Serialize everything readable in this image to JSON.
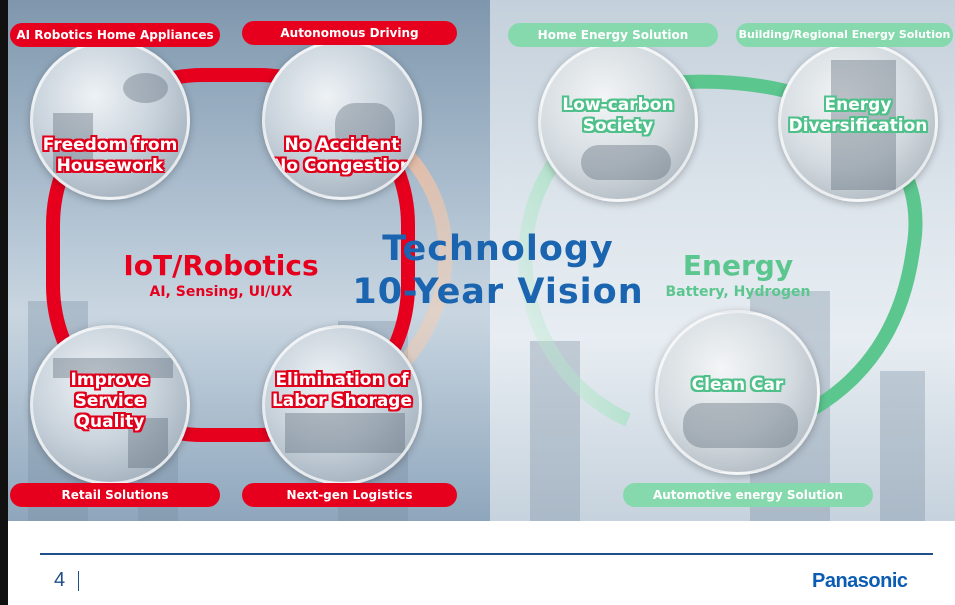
{
  "slide": {
    "page_number": "4",
    "brand": "Panasonic"
  },
  "vision": {
    "line1": "Technology",
    "line2": "10-Year Vision"
  },
  "iot": {
    "title": "IoT/Robotics",
    "subtitle": "AI, Sensing, UI/UX",
    "pills": {
      "top_left": "AI Robotics Home Appliances",
      "top_right": "Autonomous Driving",
      "bottom_left": "Retail Solutions",
      "bottom_right": "Next-gen Logistics"
    },
    "circles": {
      "top_left": [
        "Freedom from",
        "Housework"
      ],
      "top_right": [
        "No Accident",
        "No Congestion"
      ],
      "bottom_left": [
        "Improve Service",
        "Quality"
      ],
      "bottom_right": [
        "Elimination of",
        "Labor Shorage"
      ]
    }
  },
  "energy": {
    "title": "Energy",
    "subtitle": "Battery, Hydrogen",
    "pills": {
      "top_left": "Home Energy Solution",
      "top_right": "Building/Regional Energy Solution",
      "bottom": "Automotive energy Solution"
    },
    "circles": {
      "top_left": [
        "Low-carbon",
        "Society"
      ],
      "top_right": [
        "Energy",
        "Diversification"
      ],
      "bottom": [
        "Clean Car"
      ]
    }
  },
  "colors": {
    "iot_red": "#e6001e",
    "energy_green": "#5cc68f",
    "vision_blue": "#1a64b0",
    "brand_blue": "#0b5db3"
  }
}
